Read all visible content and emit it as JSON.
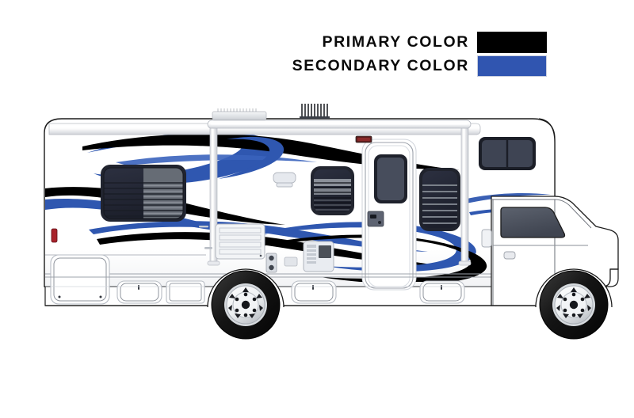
{
  "legend": {
    "rows": [
      {
        "label": "PRIMARY COLOR",
        "color": "#000000",
        "name": "primary-color"
      },
      {
        "label": "SECONDARY COLOR",
        "color": "#3055b0",
        "name": "secondary-color"
      }
    ]
  },
  "vehicle": {
    "type": "Class C Motorhome",
    "view": "driver-side profile",
    "body_color": "#ffffff",
    "outline_color": "#1a1a1a",
    "graphics": {
      "primary": "#000000",
      "secondary": "#3055b0",
      "secondary_light": "#4a74c8"
    },
    "parts": {
      "roof_ac": "roof-air-conditioner",
      "roof_vent": "roof-vent",
      "awning_rail": "awning-rail",
      "awning_arm_rear": "awning-arm-rear",
      "awning_arm_front": "awning-arm-front",
      "rear_window": "rear-side-window",
      "mid_window": "mid-side-window",
      "door_window": "entry-door-window",
      "front_window": "front-side-window",
      "cab_over_window": "cab-over-bunk-window",
      "cab_door_window": "cab-door-window",
      "entry_door": "entry-door",
      "door_handle": "entry-door-handle",
      "storage_bay_large": "storage-bay-large",
      "storage_bay_mid": "storage-bay-mid",
      "storage_bay_small": "storage-bay-small",
      "storage_bay_front": "storage-bay-front",
      "refrigerator_vent": "refrigerator-vent",
      "water_heater_panel": "water-heater-panel",
      "power_inlet": "power-inlet",
      "city_water": "city-water-connection",
      "marker_light_rear": "rear-marker-light",
      "marker_light_mid": "mid-marker-light",
      "rear_wheel": "rear-wheel",
      "front_wheel": "front-wheel",
      "fuel_door": "fuel-filler-door",
      "cab_mirror_mount": "cab-step"
    }
  }
}
